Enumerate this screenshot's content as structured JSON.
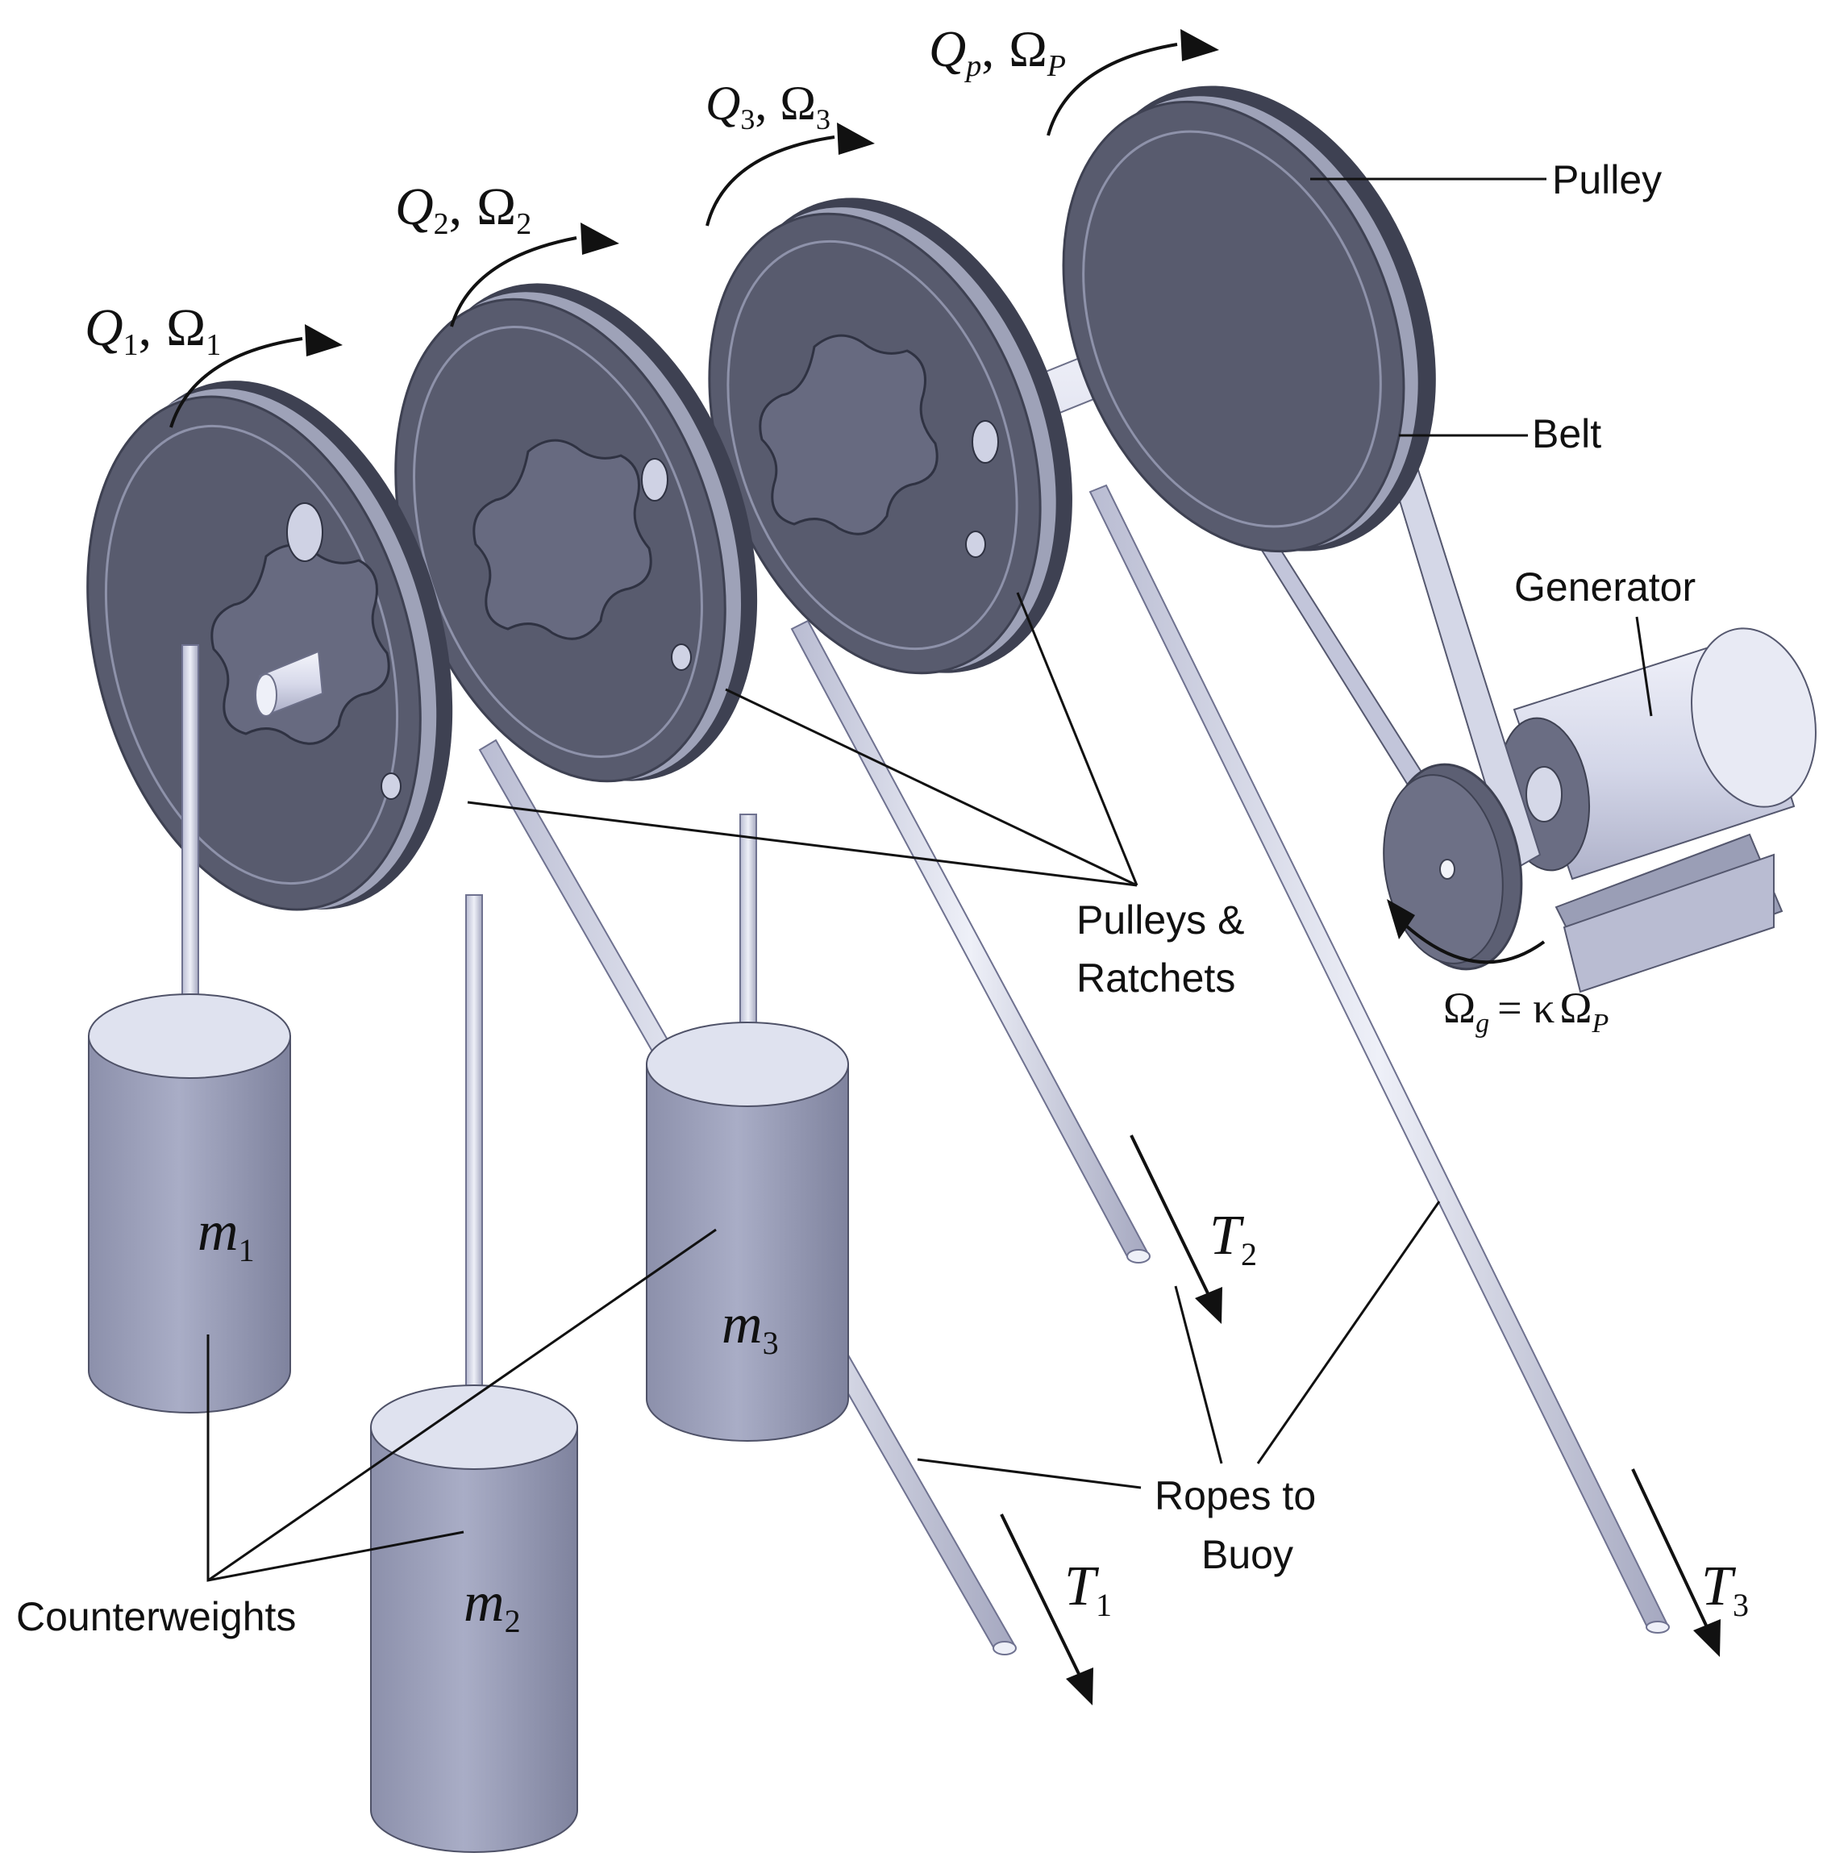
{
  "labels": {
    "pulley": "Pulley",
    "belt": "Belt",
    "generator": "Generator",
    "pulleys_ratchets_line1": "Pulleys &",
    "pulleys_ratchets_line2": "Ratchets",
    "ropes_line1": "Ropes to",
    "ropes_line2": "Buoy",
    "counterweights": "Counterweights"
  },
  "symbols": {
    "q1": "Q",
    "q1_sub": "1",
    "omega1": "Ω",
    "omega1_sub": "1",
    "q2": "Q",
    "q2_sub": "2",
    "omega2": "Ω",
    "omega2_sub": "2",
    "q3": "Q",
    "q3_sub": "3",
    "omega3": "Ω",
    "omega3_sub": "3",
    "qp": "Q",
    "qp_sub": "p",
    "omegap": "Ω",
    "omegap_sub": "P",
    "comma": ",",
    "m1": "m",
    "m1_sub": "1",
    "m2": "m",
    "m2_sub": "2",
    "m3": "m",
    "m3_sub": "3",
    "t1": "T",
    "t1_sub": "1",
    "t2": "T",
    "t2_sub": "2",
    "t3": "T",
    "t3_sub": "3",
    "gen_omega": "Ω",
    "gen_omega_sub": "g",
    "gen_eq": "= κ",
    "gen_omega2": "Ω",
    "gen_omega2_sub": "P"
  },
  "colors": {
    "disc": "#585b6e",
    "disc_rim": "#3e4152",
    "disc_edge": "#9ea2b8",
    "steel": "#c8cbe0",
    "steel_light": "#eceef8",
    "weight_body": "#9a9eb8",
    "weight_top": "#dfe2ef",
    "ink": "#111111"
  }
}
